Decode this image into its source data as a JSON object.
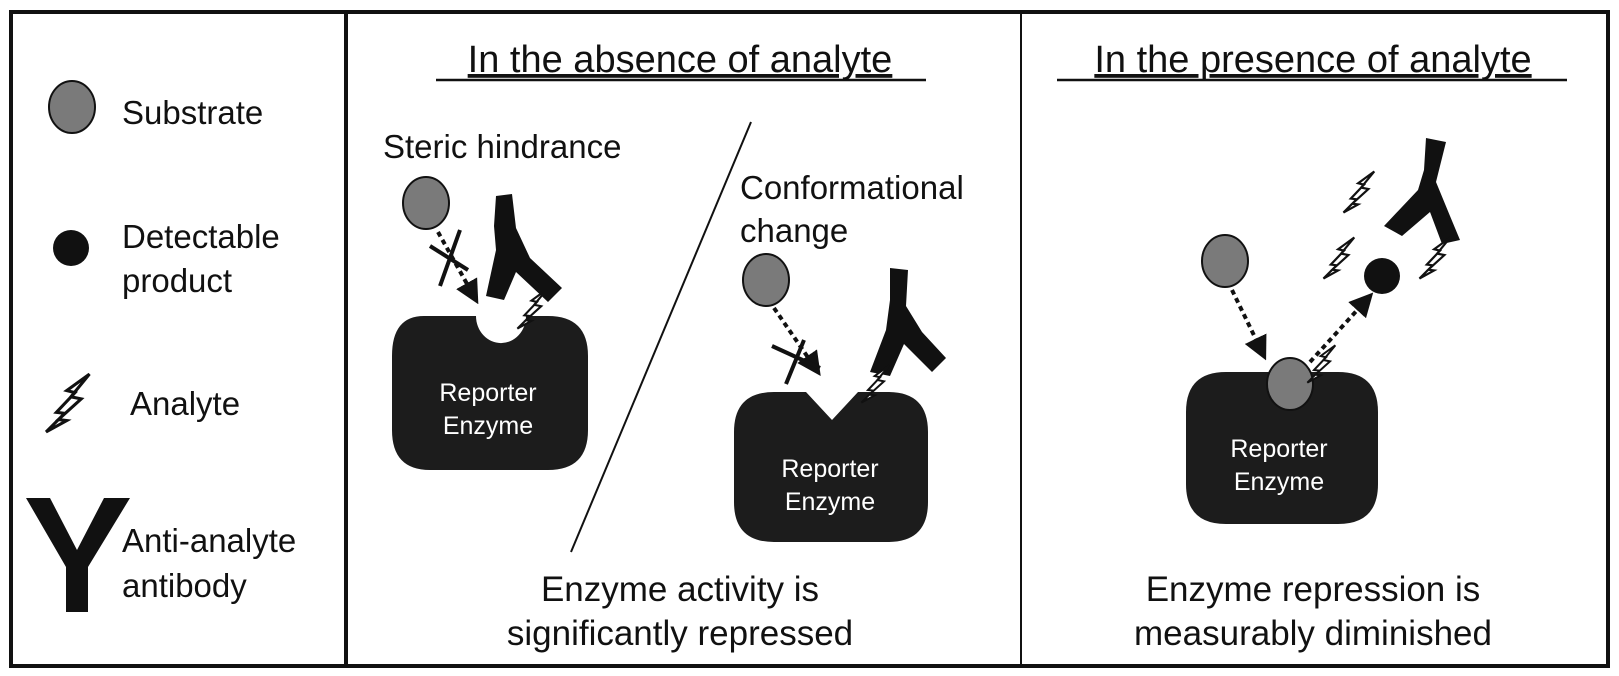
{
  "legend": {
    "substrate": "Substrate",
    "product_line1": "Detectable",
    "product_line2": "product",
    "analyte": "Analyte",
    "antibody_line1": "Anti-analyte",
    "antibody_line2": "antibody"
  },
  "absence": {
    "heading": "In the absence of analyte",
    "steric_label": "Steric hindrance",
    "conformational_line1": "Conformational",
    "conformational_line2": "change",
    "enzyme_line1": "Reporter",
    "enzyme_line2": "Enzyme",
    "caption_line1": "Enzyme activity is",
    "caption_line2": "significantly repressed"
  },
  "presence": {
    "heading": "In the presence of analyte",
    "enzyme_line1": "Reporter",
    "enzyme_line2": "Enzyme",
    "caption_line1": "Enzyme repression is",
    "caption_line2": "measurably diminished"
  },
  "colors": {
    "substrate": "#7a7a7a",
    "product": "#111111",
    "enzyme": "#1c1c1c",
    "border": "#111111"
  }
}
